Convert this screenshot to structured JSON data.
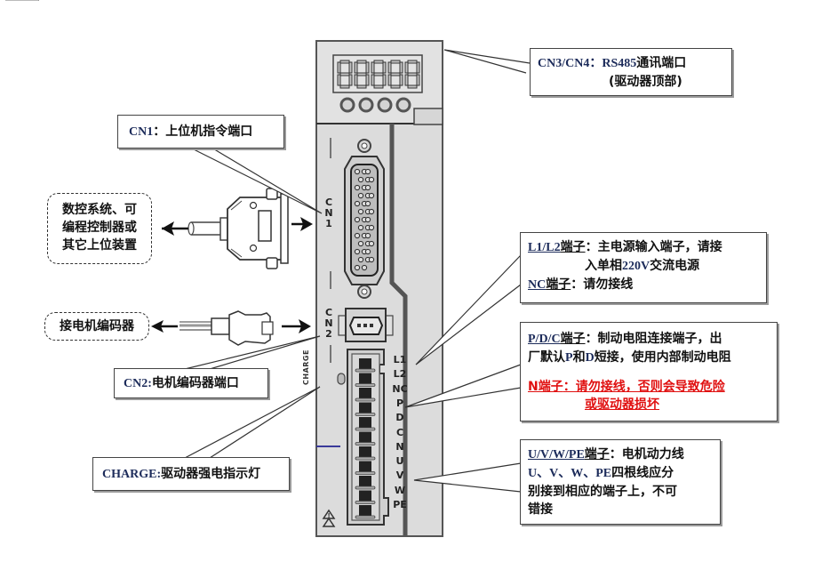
{
  "device": {
    "display_digits": 5,
    "buttons": 4,
    "port_labels": {
      "cn1": [
        "C",
        "N",
        "1"
      ],
      "cn2": [
        "C",
        "N",
        "2"
      ],
      "charge": "CHARGE"
    },
    "terminals": [
      "L1",
      "L2",
      "NC",
      "P",
      "D",
      "C",
      "N",
      "U",
      "V",
      "W",
      "PE"
    ]
  },
  "callouts": {
    "cn3_cn4": {
      "prefix": "CN3/CN4：",
      "latin": "RS485",
      "text": "通讯端口",
      "line2": "(驱动器顶部)"
    },
    "cn1": {
      "prefix": "CN1",
      "text": "：上位机指令端口"
    },
    "cn2": {
      "prefix": "CN2:",
      "text": "电机编码器端口"
    },
    "charge": {
      "prefix": "CHARGE:",
      "text": "驱动器强电指示灯"
    },
    "l1l2": {
      "prefix": "L1/L2",
      "term": "端子",
      "text": "：主电源输入端子，请接",
      "line2_a": "入单相",
      "line2_latin": "220V",
      "line2_b": "交流电源",
      "nc_prefix": "NC",
      "nc_term": "端子",
      "nc_text": "：请勿接线"
    },
    "pdc": {
      "prefix": "P/D/C",
      "term": "端子",
      "text": "：制动电阻连接端子，出",
      "line2_a": "厂默认",
      "line2_p": "P",
      "line2_b": "和",
      "line2_d": "D",
      "line2_c": "短接，使用内部制动电阻",
      "n_prefix": "N端子",
      "n_text": "：请勿接线，否则会导致危险",
      "n_line2": "或驱动器损坏"
    },
    "uvw": {
      "prefix": "U/V/W/PE",
      "term": "端子",
      "text": "：电机动力线",
      "line2_latin": "U、V、W、PE",
      "line2_text": "四根线应分",
      "line3": "别接到相应的端子上，不可",
      "line4": "错接"
    }
  },
  "devices": {
    "host": [
      "数控系统、可",
      "编程控制器或",
      "其它上位装置"
    ],
    "encoder": "接电机编码器"
  },
  "colors": {
    "panel": "#dcdcdc",
    "panel_edge": "#555555",
    "warning": "#e01010",
    "latin_text": "#1c2b5a"
  }
}
